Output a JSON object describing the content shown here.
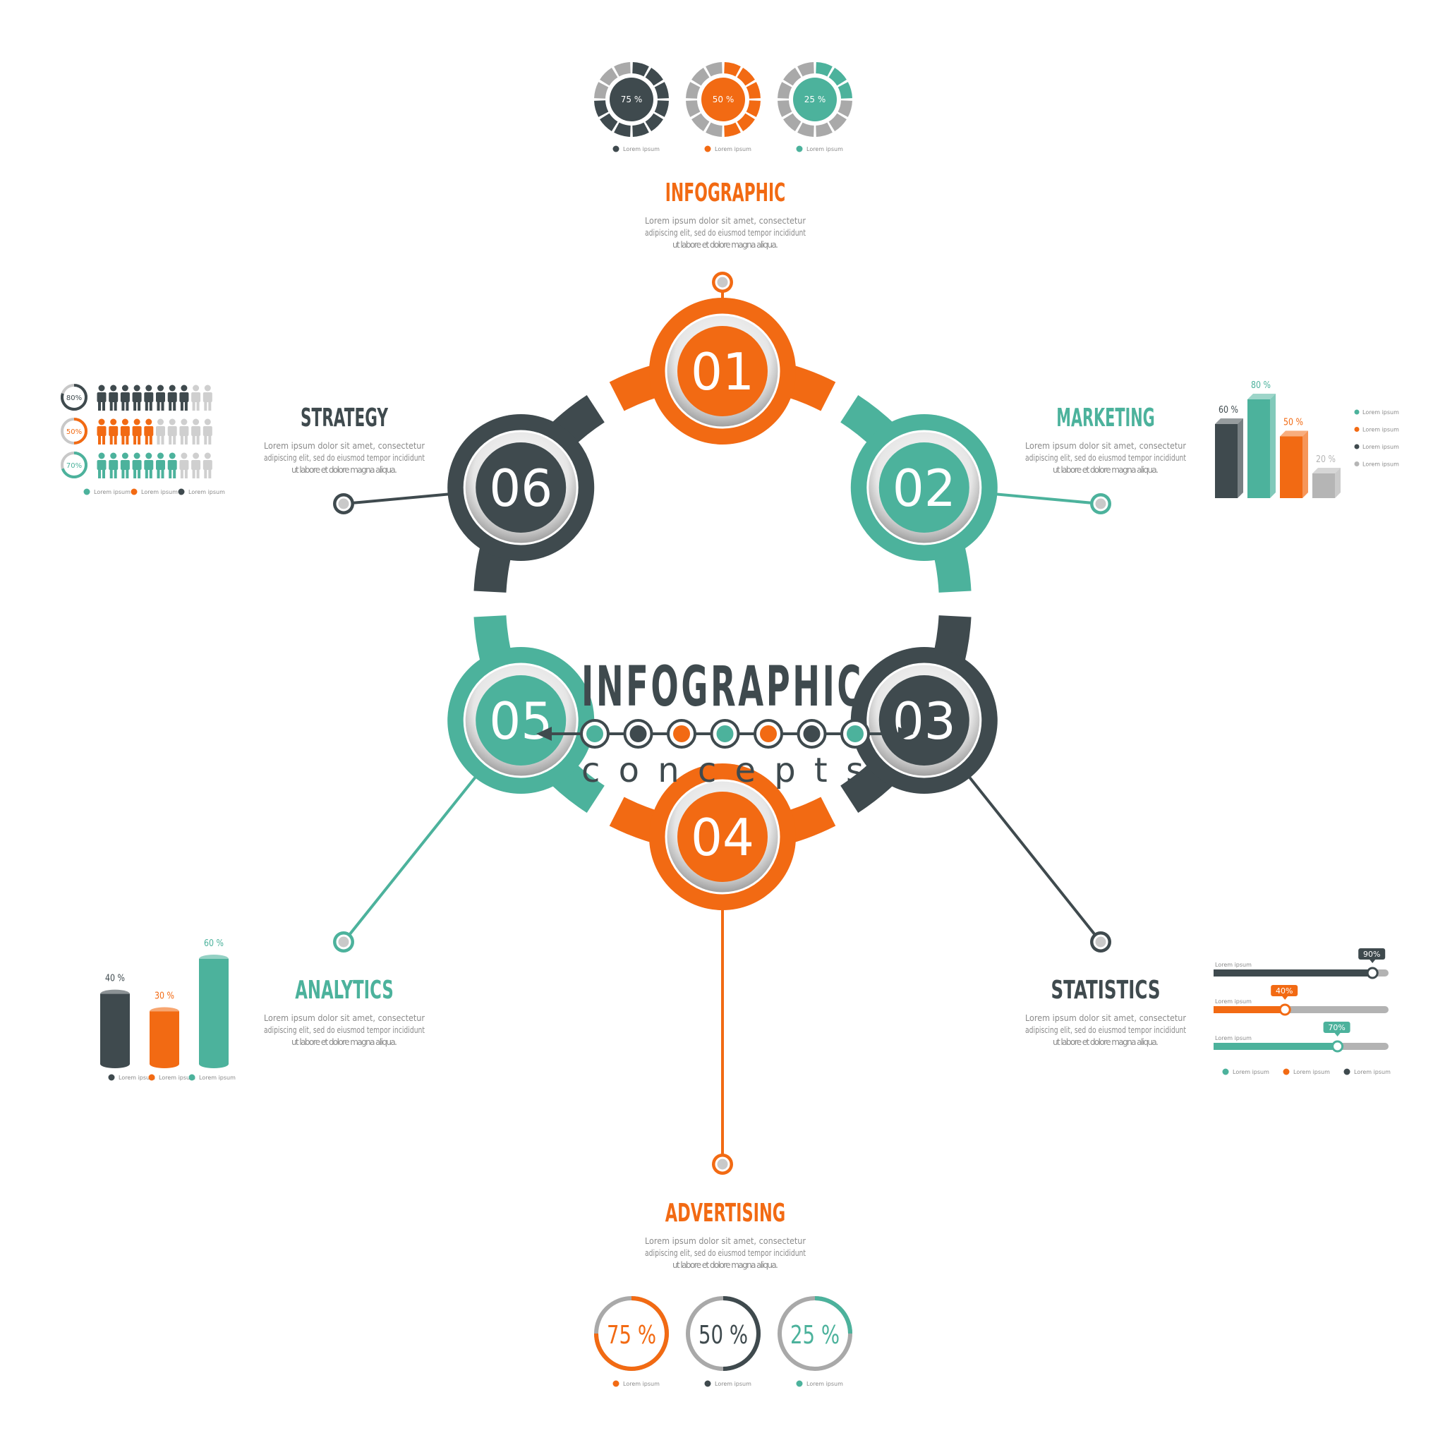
{
  "colors": {
    "orange": "#f26a13",
    "teal": "#4cb29c",
    "dark": "#3f4a4e",
    "gray": "#b5b5b5",
    "text": "#8a8a8a"
  },
  "center": {
    "title": "INFOGRAPHIC",
    "subtitle": "c o n c e p t s",
    "dot_colors": [
      "teal",
      "dark",
      "orange",
      "teal",
      "orange",
      "dark",
      "teal"
    ]
  },
  "steps": [
    {
      "num": "01",
      "color": "orange"
    },
    {
      "num": "02",
      "color": "teal"
    },
    {
      "num": "03",
      "color": "dark"
    },
    {
      "num": "04",
      "color": "orange"
    },
    {
      "num": "05",
      "color": "teal"
    },
    {
      "num": "06",
      "color": "dark"
    }
  ],
  "sections": {
    "infographic": {
      "title": "INFOGRAPHIC",
      "color": "orange"
    },
    "marketing": {
      "title": "MARKETING",
      "color": "teal"
    },
    "statistics": {
      "title": "STATISTICS",
      "color": "dark"
    },
    "advertising": {
      "title": "ADVERTISING",
      "color": "orange"
    },
    "analytics": {
      "title": "ANALYTICS",
      "color": "teal"
    },
    "strategy": {
      "title": "STRATEGY",
      "color": "dark"
    }
  },
  "body_text": [
    "Lorem  ipsum  dolor  sit  amet,  consectetur",
    "adipiscing elit, sed do eiusmod tempor incididunt",
    "ut labore et dolore magna aliqua."
  ],
  "legend_label": "Lorem ipsum",
  "top_rings": [
    {
      "label": "75 %",
      "value": 0.75,
      "color": "dark"
    },
    {
      "label": "50 %",
      "value": 0.5,
      "color": "orange"
    },
    {
      "label": "25 %",
      "value": 0.25,
      "color": "teal"
    }
  ],
  "bottom_rings": [
    {
      "label": "75 %",
      "value": 0.75,
      "color": "orange"
    },
    {
      "label": "50 %",
      "value": 0.5,
      "color": "dark"
    },
    {
      "label": "25 %",
      "value": 0.25,
      "color": "teal"
    }
  ],
  "people_rows": [
    {
      "label": "80%",
      "value": 0.8,
      "color": "dark"
    },
    {
      "label": "50%",
      "value": 0.5,
      "color": "orange"
    },
    {
      "label": "70%",
      "value": 0.7,
      "color": "teal"
    }
  ],
  "people_legend": [
    "teal",
    "orange",
    "dark"
  ],
  "marketing_bars": [
    {
      "label": "60 %",
      "value": 60,
      "color": "dark"
    },
    {
      "label": "80 %",
      "value": 80,
      "color": "teal"
    },
    {
      "label": "50 %",
      "value": 50,
      "color": "orange"
    },
    {
      "label": "20 %",
      "value": 20,
      "color": "gray"
    }
  ],
  "marketing_legend": [
    "teal",
    "orange",
    "dark",
    "gray"
  ],
  "cylinders": [
    {
      "label": "40 %",
      "value": 40,
      "color": "dark"
    },
    {
      "label": "30 %",
      "value": 30,
      "color": "orange"
    },
    {
      "label": "60 %",
      "value": 60,
      "color": "teal"
    }
  ],
  "cylinder_legend": [
    "dark",
    "orange",
    "teal"
  ],
  "sliders": [
    {
      "label": "90%",
      "value": 0.9,
      "color": "dark"
    },
    {
      "label": "40%",
      "value": 0.4,
      "color": "orange"
    },
    {
      "label": "70%",
      "value": 0.7,
      "color": "teal"
    }
  ],
  "slider_legend": [
    "teal",
    "orange",
    "dark"
  ]
}
